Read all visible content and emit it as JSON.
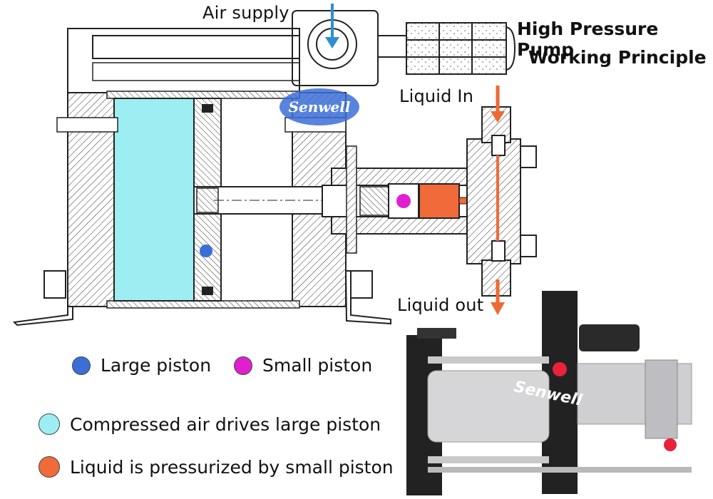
{
  "labels": {
    "air_supply": "Air supply",
    "liquid_in": "Liquid In",
    "liquid_out": "Liquid out",
    "title_line1": "High Pressure Pump",
    "title_line2": "Working Principle",
    "watermark": "Senwell",
    "photo_watermark": "Senwell"
  },
  "legend": {
    "large_piston": "Large piston",
    "small_piston": "Small piston",
    "compressed_air": "Compressed air drives large piston",
    "liquid_pressurized": "Liquid is pressurized by small piston"
  },
  "colors": {
    "large_piston_dot": "#3b6fd6",
    "small_piston_dot": "#e020d0",
    "air_fill": "#9deef2",
    "liquid_fill": "#f06a3a",
    "flow_arrow": "#ec6a35",
    "air_arrow": "#2e8fd6",
    "badge_blue": "#3c6fd8"
  }
}
